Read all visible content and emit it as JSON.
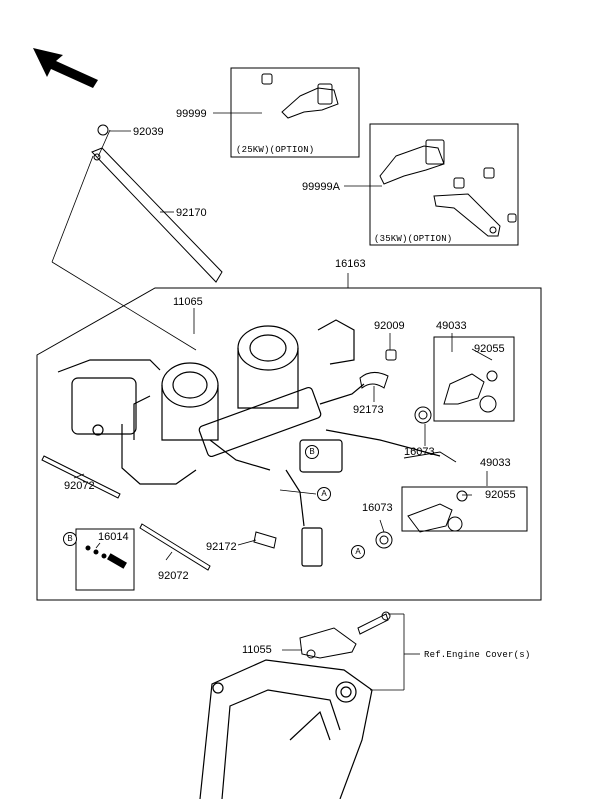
{
  "labels": {
    "p99999": "99999",
    "p99999A": "99999A",
    "p92039": "92039",
    "p92170": "92170",
    "p16163": "16163",
    "p11065": "11065",
    "p92009": "92009",
    "p49033_a": "49033",
    "p92055_a": "92055",
    "p92173": "92173",
    "p16073_a": "16073",
    "p49033_b": "49033",
    "p92055_b": "92055",
    "p16073_b": "16073",
    "p92072_a": "92072",
    "p92072_b": "92072",
    "p16014": "16014",
    "p92172": "92172",
    "p11055": "11055"
  },
  "options": {
    "kw25": "(25KW)(OPTION)",
    "kw35": "(35KW)(OPTION)"
  },
  "reference": "Ref.Engine Cover(s)",
  "markers": {
    "A": "A",
    "B": "B"
  }
}
